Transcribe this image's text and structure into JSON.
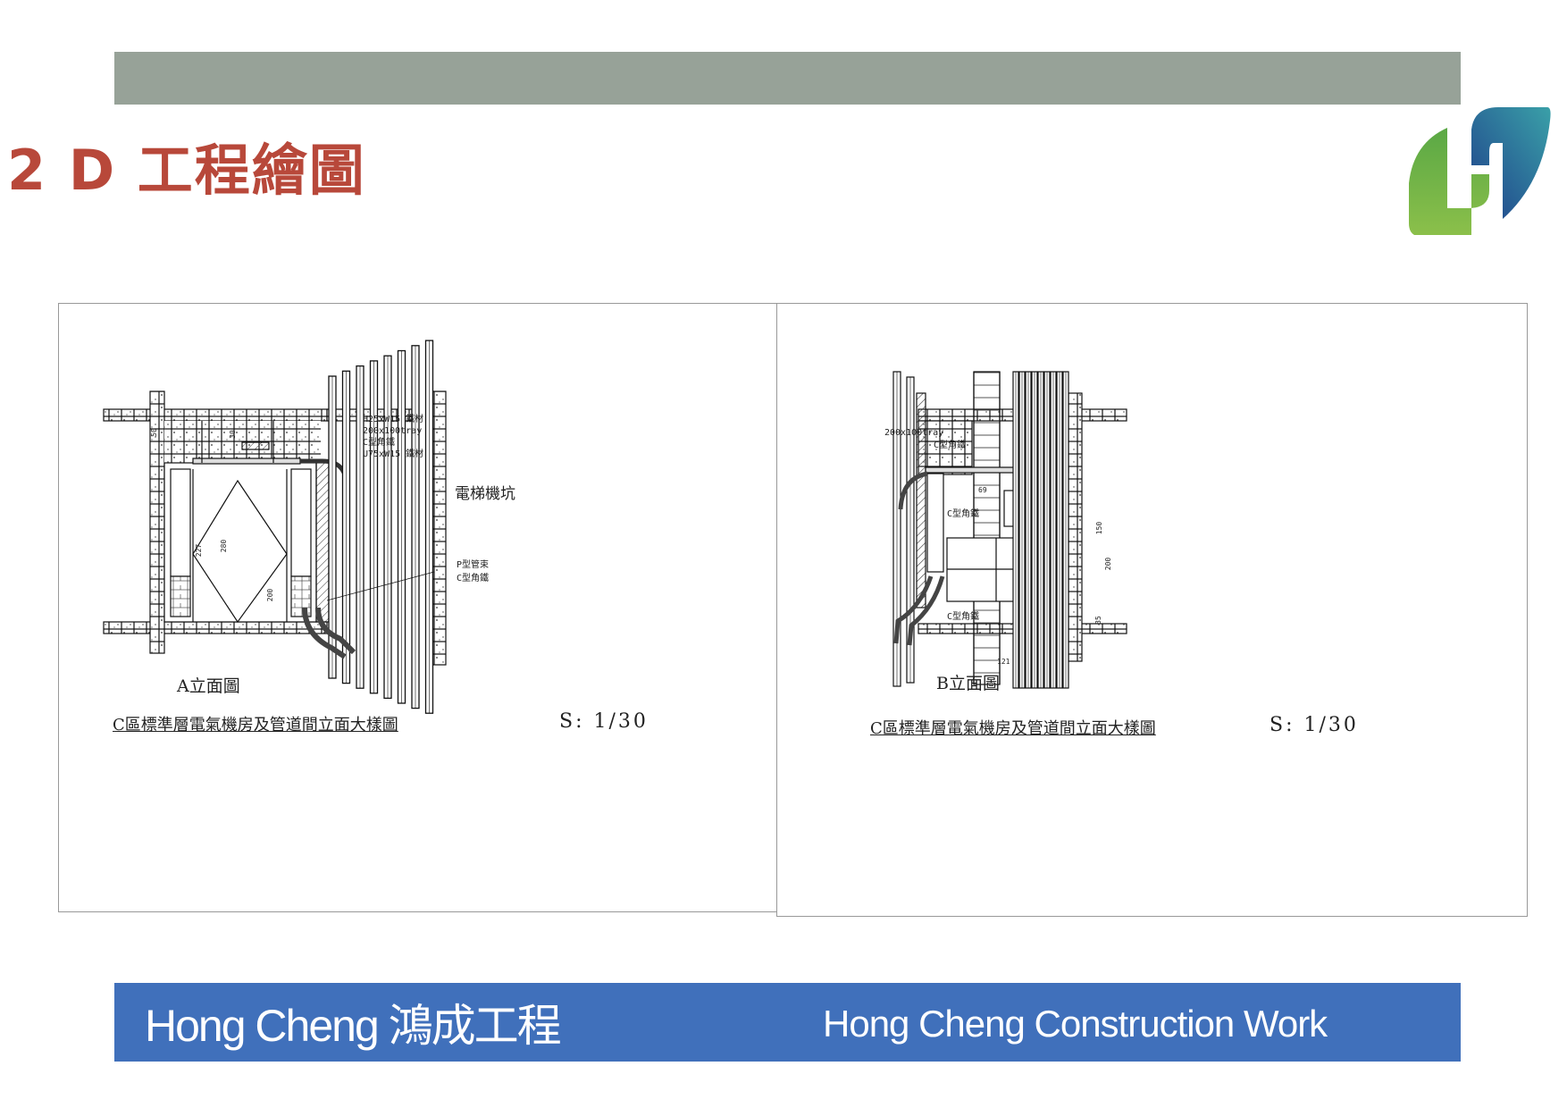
{
  "header": {
    "title": "2 D 工程繪圖"
  },
  "logo": {
    "name": "Hong Cheng logo",
    "colors": {
      "green": "#7cb342",
      "blue": "#2a5aa0"
    }
  },
  "drawing_a": {
    "caption": "A立面圖",
    "title": "C區標準層電氣機房及管道間立面大樣圖",
    "scale": "S:  1/30",
    "pit_label": "電梯機坑",
    "notes": [
      "H25xW15 鐵材",
      "200x100tray",
      "C型角鐵",
      "U75xW15 鐵材",
      "P型管束",
      "C型角鐵"
    ],
    "dims": [
      "50",
      "30",
      "227",
      "280",
      "200"
    ]
  },
  "drawing_b": {
    "caption": "B立面圖",
    "title": "C區標準層電氣機房及管道間立面大樣圖",
    "scale": "S:  1/30",
    "notes": [
      "200x100tray",
      "C型角鐵",
      "C型角鐵",
      "C型角鐵"
    ],
    "dims": [
      "69",
      "150",
      "200",
      "35",
      "121"
    ]
  },
  "footer": {
    "brand": "Hong Cheng 鴻成工程",
    "tagline": "Hong Cheng Construction Work",
    "color": "#4070bb"
  }
}
